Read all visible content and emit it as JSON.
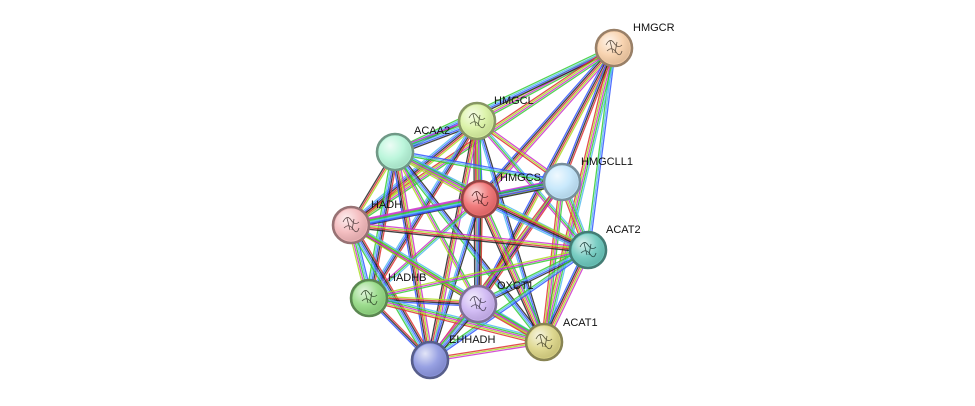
{
  "network": {
    "nodes": [
      {
        "id": "HMGCR",
        "label": "HMGCR",
        "color": "#f7cfa8"
      },
      {
        "id": "HMGCL",
        "label": "HMGCL",
        "color": "#d9f2a2"
      },
      {
        "id": "ACAA2",
        "label": "ACAA2",
        "color": "#b5f5d8"
      },
      {
        "id": "HMGCLL1",
        "label": "HMGCLL1",
        "color": "#c2e6fb"
      },
      {
        "id": "HMGCS",
        "label": "HMGCS",
        "color": "#ef6f70"
      },
      {
        "id": "HADH",
        "label": "HADH",
        "color": "#f3b8bb"
      },
      {
        "id": "ACAT2",
        "label": "ACAT2",
        "color": "#6cc8bd"
      },
      {
        "id": "HADHB",
        "label": "HADHB",
        "color": "#93d983"
      },
      {
        "id": "OXCT1",
        "label": "OXCT1",
        "color": "#cdb5f3"
      },
      {
        "id": "ACAT1",
        "label": "ACAT1",
        "color": "#dcd586"
      },
      {
        "id": "EHHADH",
        "label": "EHHADH",
        "color": "#8d97e0"
      }
    ],
    "evidence_colors": [
      "#33cc33",
      "#222222",
      "#cc33cc",
      "#3355ff",
      "#aadd22",
      "#55bbee",
      "#dd3333"
    ],
    "edges": [
      [
        "HMGCR",
        "HMGCL"
      ],
      [
        "HMGCR",
        "ACAA2"
      ],
      [
        "HMGCR",
        "HMGCS"
      ],
      [
        "HMGCR",
        "ACAT2"
      ],
      [
        "HMGCR",
        "OXCT1"
      ],
      [
        "HMGCR",
        "ACAT1"
      ],
      [
        "HMGCR",
        "HMGCLL1"
      ],
      [
        "HMGCR",
        "HADH"
      ],
      [
        "HMGCL",
        "ACAA2"
      ],
      [
        "HMGCL",
        "HMGCLL1"
      ],
      [
        "HMGCL",
        "HMGCS"
      ],
      [
        "HMGCL",
        "HADH"
      ],
      [
        "HMGCL",
        "ACAT2"
      ],
      [
        "HMGCL",
        "HADHB"
      ],
      [
        "HMGCL",
        "OXCT1"
      ],
      [
        "HMGCL",
        "ACAT1"
      ],
      [
        "HMGCL",
        "EHHADH"
      ],
      [
        "ACAA2",
        "HMGCS"
      ],
      [
        "ACAA2",
        "HADH"
      ],
      [
        "ACAA2",
        "ACAT2"
      ],
      [
        "ACAA2",
        "HADHB"
      ],
      [
        "ACAA2",
        "OXCT1"
      ],
      [
        "ACAA2",
        "ACAT1"
      ],
      [
        "ACAA2",
        "EHHADH"
      ],
      [
        "ACAA2",
        "HMGCLL1"
      ],
      [
        "HMGCLL1",
        "HMGCS"
      ],
      [
        "HMGCLL1",
        "ACAT2"
      ],
      [
        "HMGCLL1",
        "OXCT1"
      ],
      [
        "HMGCLL1",
        "ACAT1"
      ],
      [
        "HMGCLL1",
        "HADH"
      ],
      [
        "HMGCLL1",
        "EHHADH"
      ],
      [
        "HMGCS",
        "HADH"
      ],
      [
        "HMGCS",
        "ACAT2"
      ],
      [
        "HMGCS",
        "HADHB"
      ],
      [
        "HMGCS",
        "OXCT1"
      ],
      [
        "HMGCS",
        "ACAT1"
      ],
      [
        "HMGCS",
        "EHHADH"
      ],
      [
        "HADH",
        "ACAT2"
      ],
      [
        "HADH",
        "HADHB"
      ],
      [
        "HADH",
        "OXCT1"
      ],
      [
        "HADH",
        "ACAT1"
      ],
      [
        "HADH",
        "EHHADH"
      ],
      [
        "ACAT2",
        "HADHB"
      ],
      [
        "ACAT2",
        "OXCT1"
      ],
      [
        "ACAT2",
        "ACAT1"
      ],
      [
        "ACAT2",
        "EHHADH"
      ],
      [
        "HADHB",
        "OXCT1"
      ],
      [
        "HADHB",
        "ACAT1"
      ],
      [
        "HADHB",
        "EHHADH"
      ],
      [
        "OXCT1",
        "ACAT1"
      ],
      [
        "OXCT1",
        "EHHADH"
      ],
      [
        "ACAT1",
        "EHHADH"
      ]
    ]
  }
}
